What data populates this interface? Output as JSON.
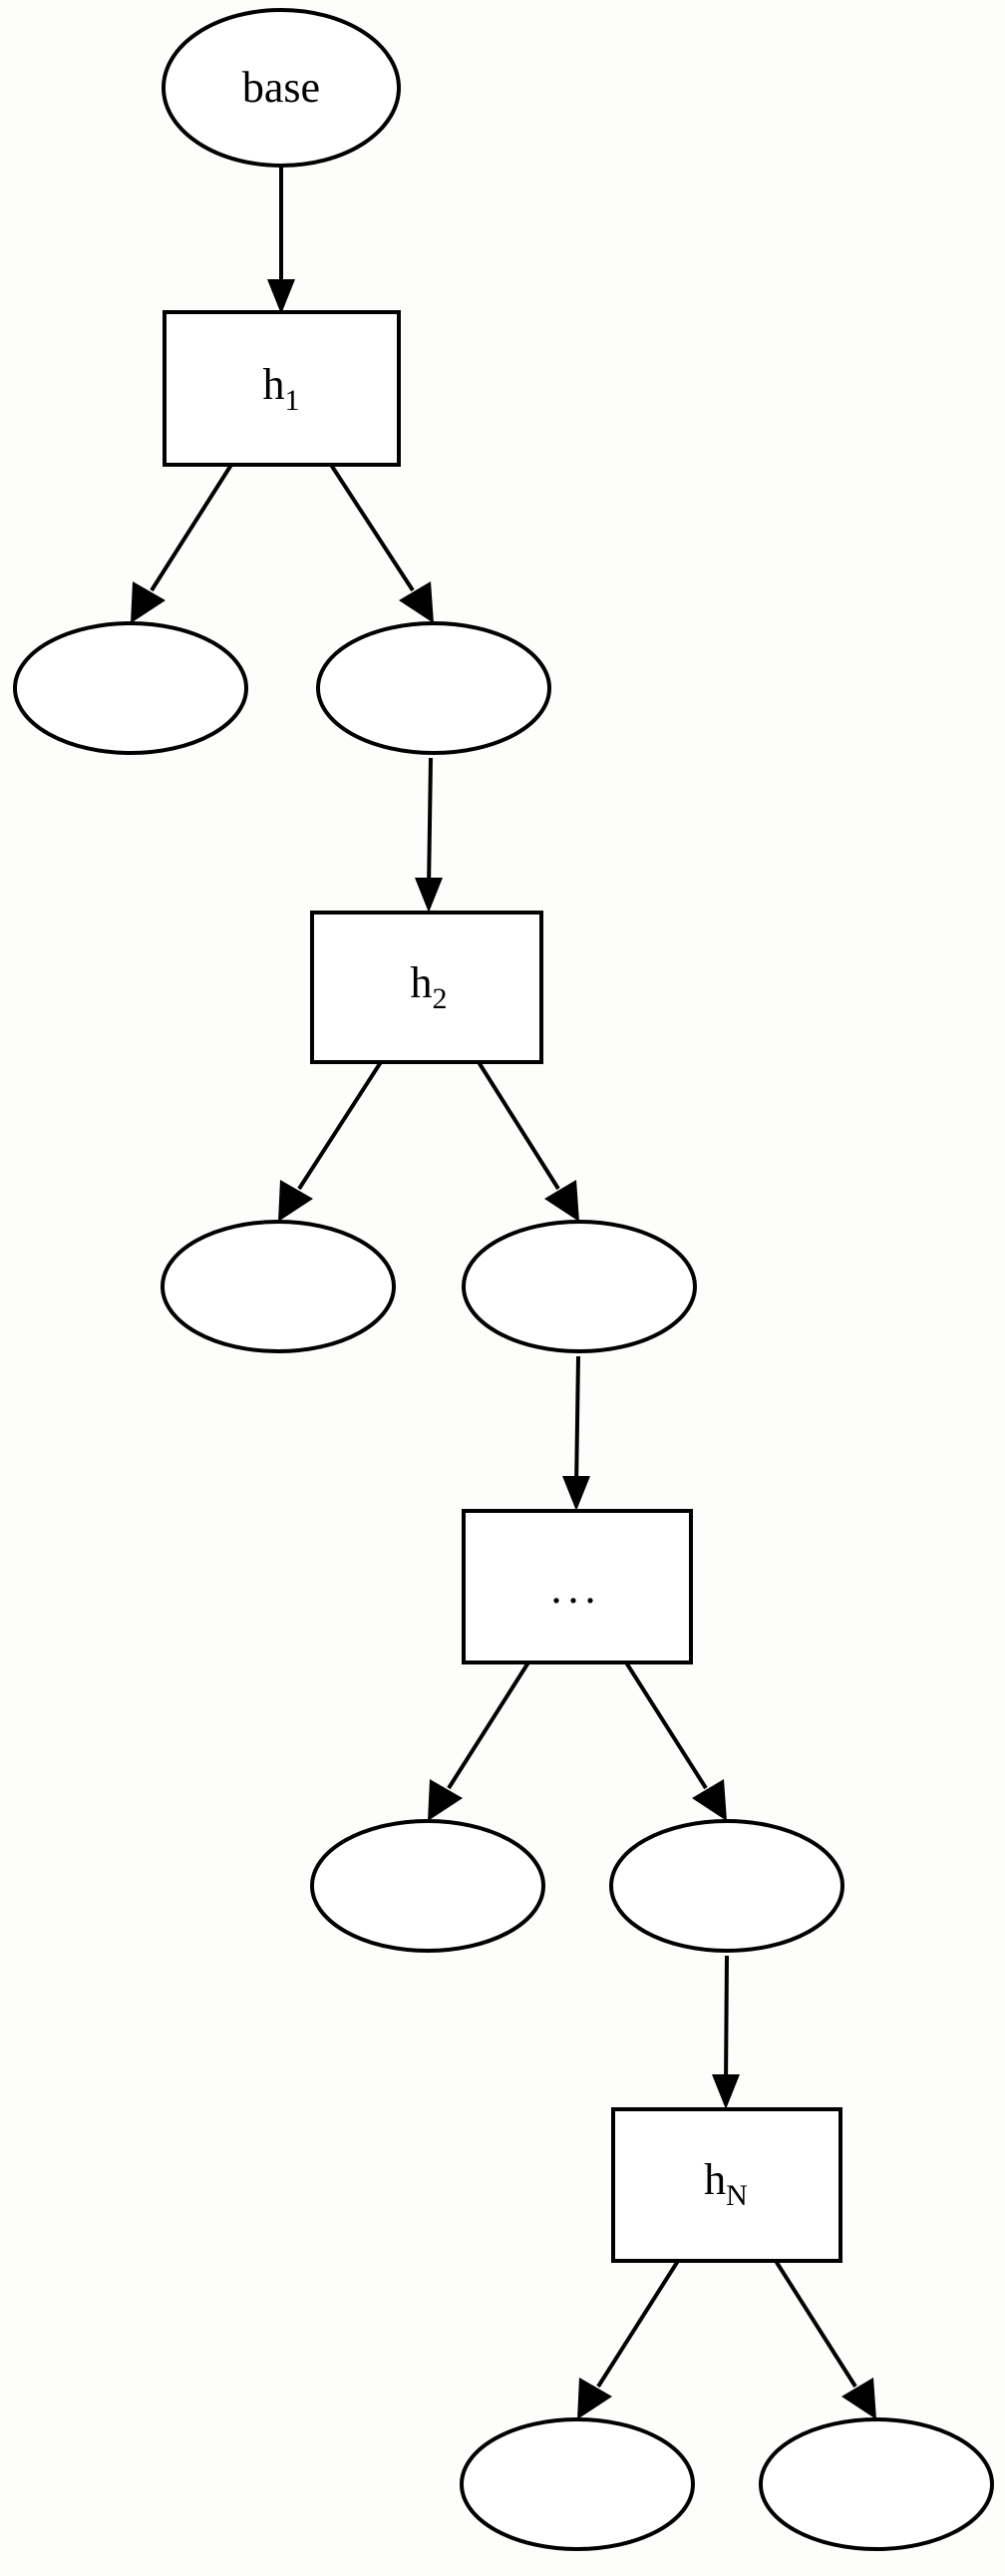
{
  "diagram": {
    "title": "base-hypothesis-chain-tree",
    "background_color": "#fdfdfb",
    "stroke_color": "#000000",
    "fill_color": "#ffffff",
    "nodes": {
      "base": {
        "label": "base",
        "shape": "ellipse"
      },
      "h1": {
        "label": "h",
        "subscript": "1",
        "shape": "box"
      },
      "h2": {
        "label": "h",
        "subscript": "2",
        "shape": "box"
      },
      "hdots": {
        "label": "...",
        "shape": "box"
      },
      "hN": {
        "label": "h",
        "subscript": "N",
        "shape": "box"
      },
      "leaf_1_left": {
        "label": "",
        "shape": "ellipse"
      },
      "leaf_1_right": {
        "label": "",
        "shape": "ellipse"
      },
      "leaf_2_left": {
        "label": "",
        "shape": "ellipse"
      },
      "leaf_2_right": {
        "label": "",
        "shape": "ellipse"
      },
      "leaf_3_left": {
        "label": "",
        "shape": "ellipse"
      },
      "leaf_3_right": {
        "label": "",
        "shape": "ellipse"
      },
      "leaf_4_left": {
        "label": "",
        "shape": "ellipse"
      },
      "leaf_4_right": {
        "label": "",
        "shape": "ellipse"
      }
    },
    "edges": [
      {
        "from": "base",
        "to": "h1"
      },
      {
        "from": "h1",
        "to": "leaf_1_left"
      },
      {
        "from": "h1",
        "to": "leaf_1_right"
      },
      {
        "from": "leaf_1_right",
        "to": "h2"
      },
      {
        "from": "h2",
        "to": "leaf_2_left"
      },
      {
        "from": "h2",
        "to": "leaf_2_right"
      },
      {
        "from": "leaf_2_right",
        "to": "hdots"
      },
      {
        "from": "hdots",
        "to": "leaf_3_left"
      },
      {
        "from": "hdots",
        "to": "leaf_3_right"
      },
      {
        "from": "leaf_3_right",
        "to": "hN"
      },
      {
        "from": "hN",
        "to": "leaf_4_left"
      },
      {
        "from": "hN",
        "to": "leaf_4_right"
      }
    ]
  }
}
